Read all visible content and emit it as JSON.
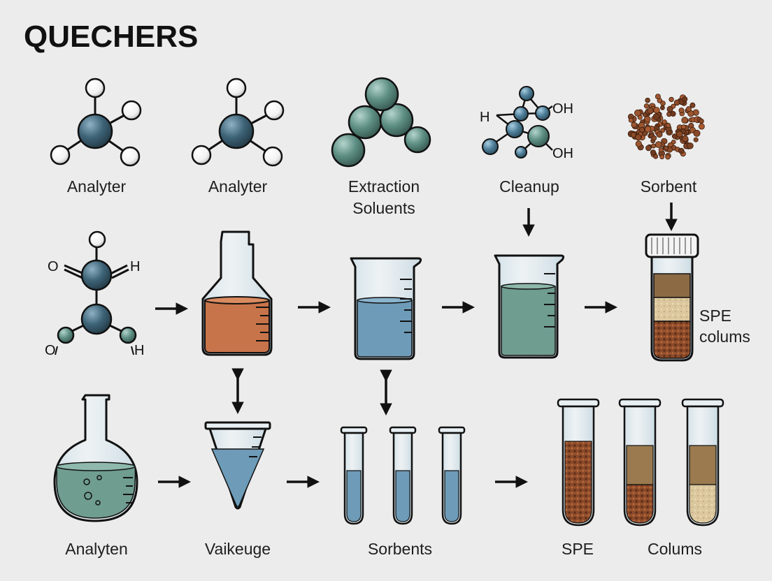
{
  "title": "QUECHERS",
  "labels": {
    "analyter_1": "Analyter",
    "analyter_2": "Analyter",
    "extraction_line1": "Extraction",
    "extraction_line2": "Soluents",
    "cleanup": "Cleanup",
    "sorbent": "Sorbent",
    "spe_side_line1": "SPE",
    "spe_side_line2": "colums",
    "analyten": "Analyten",
    "vaikeuge": "Vaikeuge",
    "sorbents": "Sorbents",
    "spe": "SPE",
    "colums": "Colums"
  },
  "atoms": {
    "h": "H",
    "oh": "OH",
    "o": "O"
  },
  "colors": {
    "background": "#ececec",
    "atom_dark": "#3e6478",
    "atom_teal": "#5e8f84",
    "liquid_orange": "#c8744a",
    "liquid_blue": "#6d9bb8",
    "liquid_teal": "#6f9d90",
    "sorbent_brown": "#8a4a2a",
    "sorbent_tan": "#d9c49a"
  }
}
